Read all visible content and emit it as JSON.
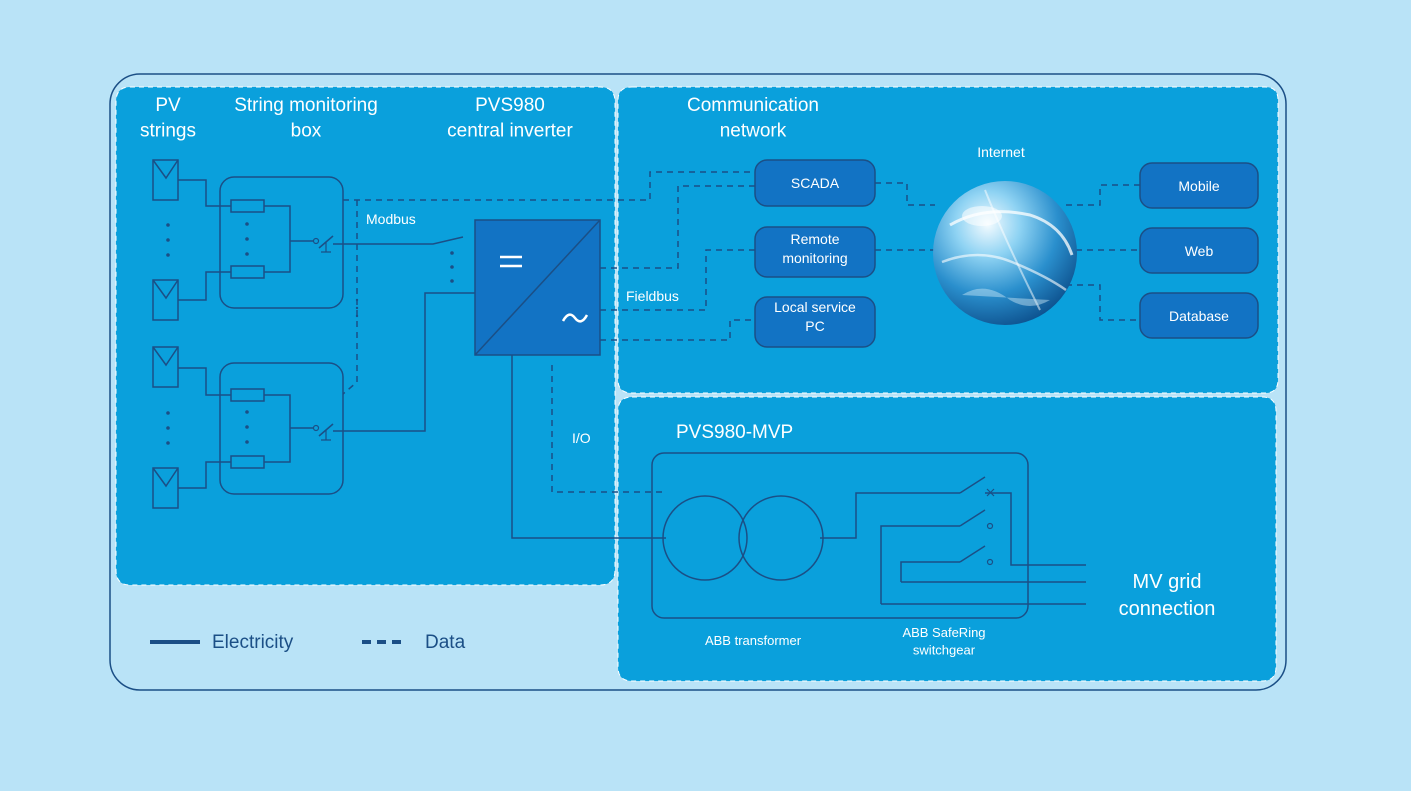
{
  "colors": {
    "background": "#b9e3f7",
    "panel": "#0aa0dc",
    "line": "#1b4f86",
    "node_fill": "#1273c4",
    "label": "#ffffff"
  },
  "sections": {
    "pv_strings": "PV\nstrings",
    "string_box": "String monitoring\nbox",
    "inverter": "PVS980\ncentral inverter",
    "comm_network": "Communication\nnetwork",
    "mvp": "PVS980-MVP"
  },
  "nodes": {
    "scada": "SCADA",
    "remote": "Remote\nmonitoring",
    "local_pc": "Local service\nPC",
    "internet": "Internet",
    "mobile": "Mobile",
    "web": "Web",
    "database": "Database"
  },
  "labels": {
    "modbus": "Modbus",
    "fieldbus": "Fieldbus",
    "io": "I/O",
    "transformer": "ABB transformer",
    "switchgear": "ABB SafeRing\nswitchgear",
    "mv_grid": "MV grid\nconnection"
  },
  "legend": {
    "electricity": "Electricity",
    "data": "Data"
  }
}
